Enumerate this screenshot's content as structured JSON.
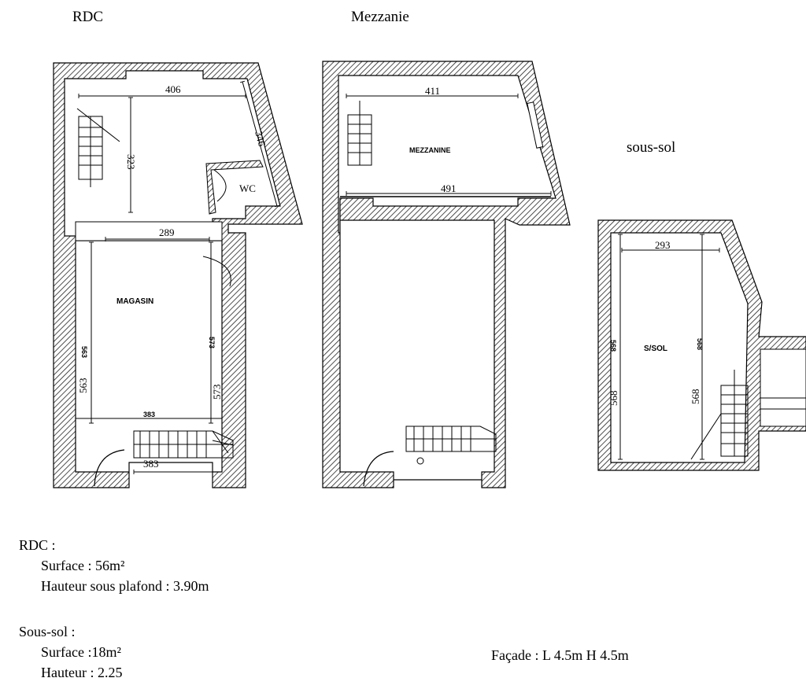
{
  "titles": {
    "rdc": "RDC",
    "mezzanine": "Mezzanie",
    "soussol": "sous-sol"
  },
  "rdc_plan": {
    "dim_top": "406",
    "dim_stair_side": "323",
    "dim_slanted": "346",
    "wc_label": "WC",
    "dim_mid": "289",
    "room_label": "MAGASIN",
    "dim_left_small": "563",
    "dim_left": "563",
    "dim_right_small": "573",
    "dim_right": "573",
    "dim_lower": "383",
    "dim_bottom": "383"
  },
  "mezzanine_plan": {
    "dim_top": "411",
    "room_label": "MEZZANINE",
    "dim_bottom": "491"
  },
  "soussol_plan": {
    "dim_top": "293",
    "room_label": "S/SOL",
    "dim_left_small": "568",
    "dim_left": "568",
    "dim_right_small": "568",
    "dim_right": "568"
  },
  "notes": {
    "rdc_heading": "RDC :",
    "rdc_surface": "Surface : 56m²",
    "rdc_height": "Hauteur sous plafond : 3.90m",
    "ss_heading": "Sous-sol :",
    "ss_surface": "Surface :18m²",
    "ss_height": "Hauteur : 2.25",
    "facade": "Façade : L 4.5m  H 4.5m"
  }
}
